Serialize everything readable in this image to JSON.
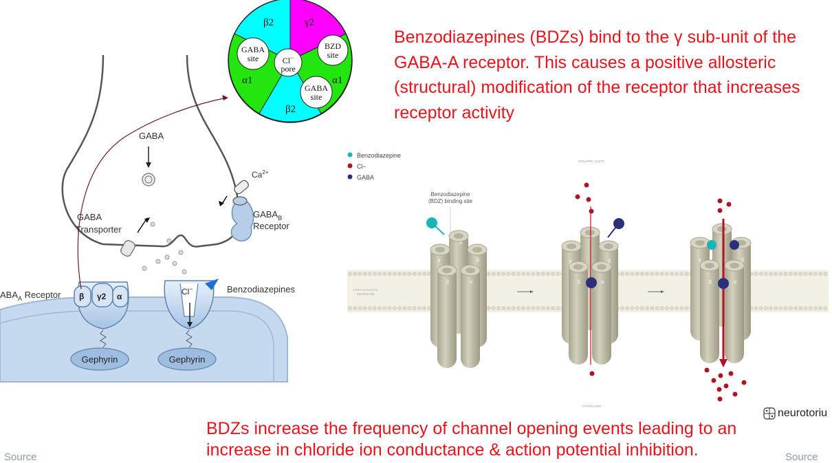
{
  "receptor_wheel": {
    "beta2_top": "β2",
    "gamma2": "γ2",
    "alpha1_left": "α1",
    "alpha1_right": "α1",
    "beta2_bottom": "β2",
    "gaba_site_left": [
      "GABA",
      "site"
    ],
    "bzd_site": [
      "BZD",
      "site"
    ],
    "cl_pore": [
      "Cl",
      "pore"
    ],
    "gaba_site_right": [
      "GABA",
      "site"
    ],
    "colors": {
      "beta2": "#00ffff",
      "gamma2": "#ff00ff",
      "alpha1": "#22e60e"
    }
  },
  "top_text": "Benzodiazepines (BDZs) bind to the γ sub-unit of the GABA-A receptor. This causes a positive allosteric (structural) modification of the receptor that increases receptor activity",
  "synapse": {
    "gaba": "GABA",
    "ca": "Ca",
    "ca_sup": "2+",
    "gabab_1": "GABA",
    "gabab_sub": "B",
    "gabab_2": "Receptor",
    "transporter_1": "GABA",
    "transporter_2": "Transporter",
    "gabaa_receptor": "ABA",
    "gabaa_sub": "A",
    "gabaa_receptor_2": " Receptor",
    "beta": "β",
    "gamma2": "γ2",
    "alpha": "α",
    "cl": "Cl",
    "cl_sup": "−",
    "benzodiazepines": "Benzodiazepines",
    "gephyrin_left": "Gephyrin",
    "gephyrin_right": "Gephyrin"
  },
  "channel_diagram": {
    "legend": [
      {
        "label": "Benzodiazepine",
        "color": "#17b6b6"
      },
      {
        "label": "Cl−",
        "color": "#b01422"
      },
      {
        "label": "GABA",
        "color": "#2a317a"
      }
    ],
    "synaptic_cleft": "SYNAPTIC CLEFT",
    "cytoplasm": "CYTOPLASM",
    "post_synaptic_1": "POST-SYNAPTIC",
    "post_synaptic_2": "MEMBRANE",
    "bzd_binding_1": "Benzodiazepine",
    "bzd_binding_2": "(BDZ) binding site",
    "subunits": {
      "alpha": "α",
      "beta": "β",
      "gamma": "γ"
    }
  },
  "bottom_text": "BDZs increase the frequency of channel opening events leading to an increase in chloride ion conductance & action potential inhibition.",
  "source_left": "Source",
  "source_right": "Source",
  "brand": "neurotoriu"
}
